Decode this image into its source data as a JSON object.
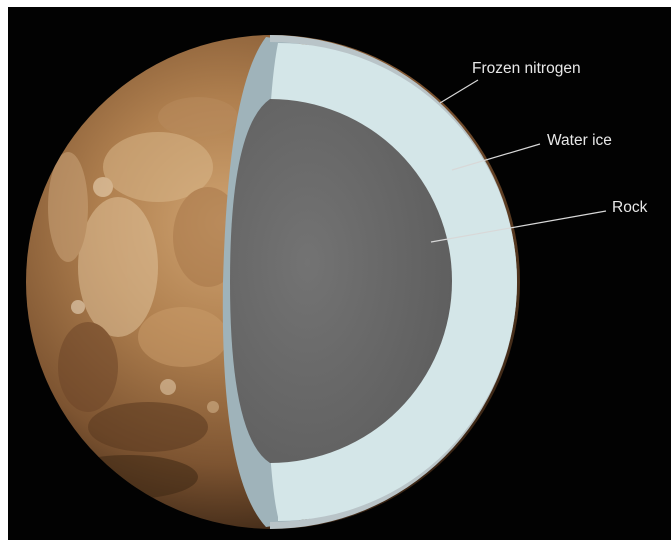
{
  "diagram": {
    "labels": {
      "frozen_nitrogen": "Frozen nitrogen",
      "water_ice": "Water ice",
      "rock": "Rock"
    },
    "colors": {
      "background": "#020202",
      "surface": "#9a6a3e",
      "nitrogen_layer": "#9fb3ba",
      "ice_layer": "#d4e6e8",
      "rock_core": "#6b6b6b",
      "leader_line": "#d8d8d8"
    }
  }
}
